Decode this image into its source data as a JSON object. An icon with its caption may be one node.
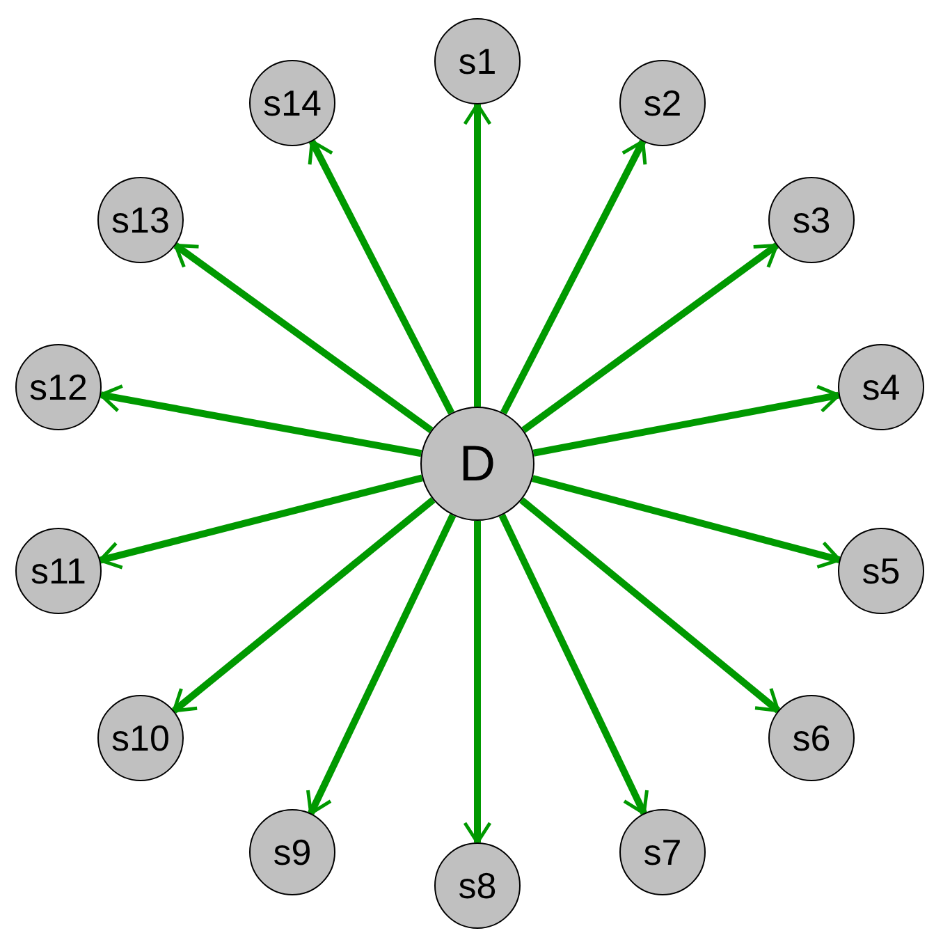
{
  "diagram": {
    "nodes": [
      {
        "text": [
          "D"
        ]
      },
      {
        "text": [
          "s1"
        ]
      },
      {
        "text": [
          "s2"
        ]
      },
      {
        "text": [
          "s3"
        ]
      },
      {
        "text": [
          "s4"
        ]
      },
      {
        "text": [
          "s5"
        ]
      },
      {
        "text": [
          "s6"
        ]
      },
      {
        "text": [
          "s7"
        ]
      },
      {
        "text": [
          "s8"
        ]
      },
      {
        "text": [
          "s9"
        ]
      },
      {
        "text": [
          "s10"
        ]
      },
      {
        "text": [
          "s11"
        ]
      },
      {
        "text": [
          "s12"
        ]
      },
      {
        "text": [
          "s13"
        ]
      },
      {
        "text": [
          "s14"
        ]
      }
    ],
    "edges": [
      {
        "from": 0,
        "to": 1,
        "arrow": "to"
      },
      {
        "from": 0,
        "to": 2,
        "arrow": "to"
      },
      {
        "from": 0,
        "to": 3,
        "arrow": "to"
      },
      {
        "from": 0,
        "to": 4,
        "arrow": "to"
      },
      {
        "from": 0,
        "to": 5,
        "arrow": "to"
      },
      {
        "from": 0,
        "to": 6,
        "arrow": "to"
      },
      {
        "from": 0,
        "to": 7,
        "arrow": "to"
      },
      {
        "from": 0,
        "to": 8,
        "arrow": "to"
      },
      {
        "from": 0,
        "to": 9,
        "arrow": "to"
      },
      {
        "from": 0,
        "to": 10,
        "arrow": "to"
      },
      {
        "from": 0,
        "to": 11,
        "arrow": "to"
      },
      {
        "from": 0,
        "to": 12,
        "arrow": "to"
      },
      {
        "from": 0,
        "to": 13,
        "arrow": "to"
      },
      {
        "from": 0,
        "to": 14,
        "arrow": "to"
      }
    ]
  }
}
